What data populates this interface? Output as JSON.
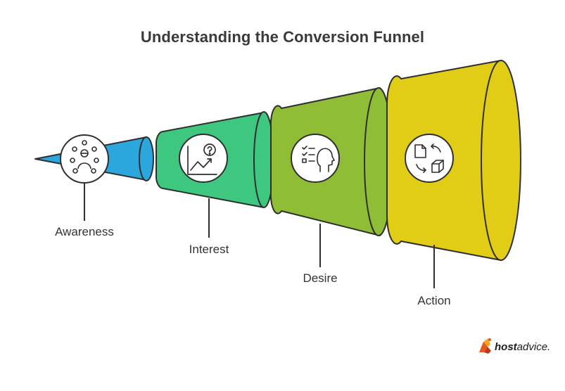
{
  "title": "Understanding the Conversion Funnel",
  "stages": [
    {
      "label": "Awareness",
      "icon": "people-group-icon",
      "color": "#2ba7de"
    },
    {
      "label": "Interest",
      "icon": "chart-question-icon",
      "color": "#3dc77f"
    },
    {
      "label": "Desire",
      "icon": "checklist-head-icon",
      "color": "#8fbd35"
    },
    {
      "label": "Action",
      "icon": "document-box-exchange-icon",
      "color": "#e1cc16"
    }
  ],
  "brand": {
    "host": "host",
    "advice": "advice."
  }
}
